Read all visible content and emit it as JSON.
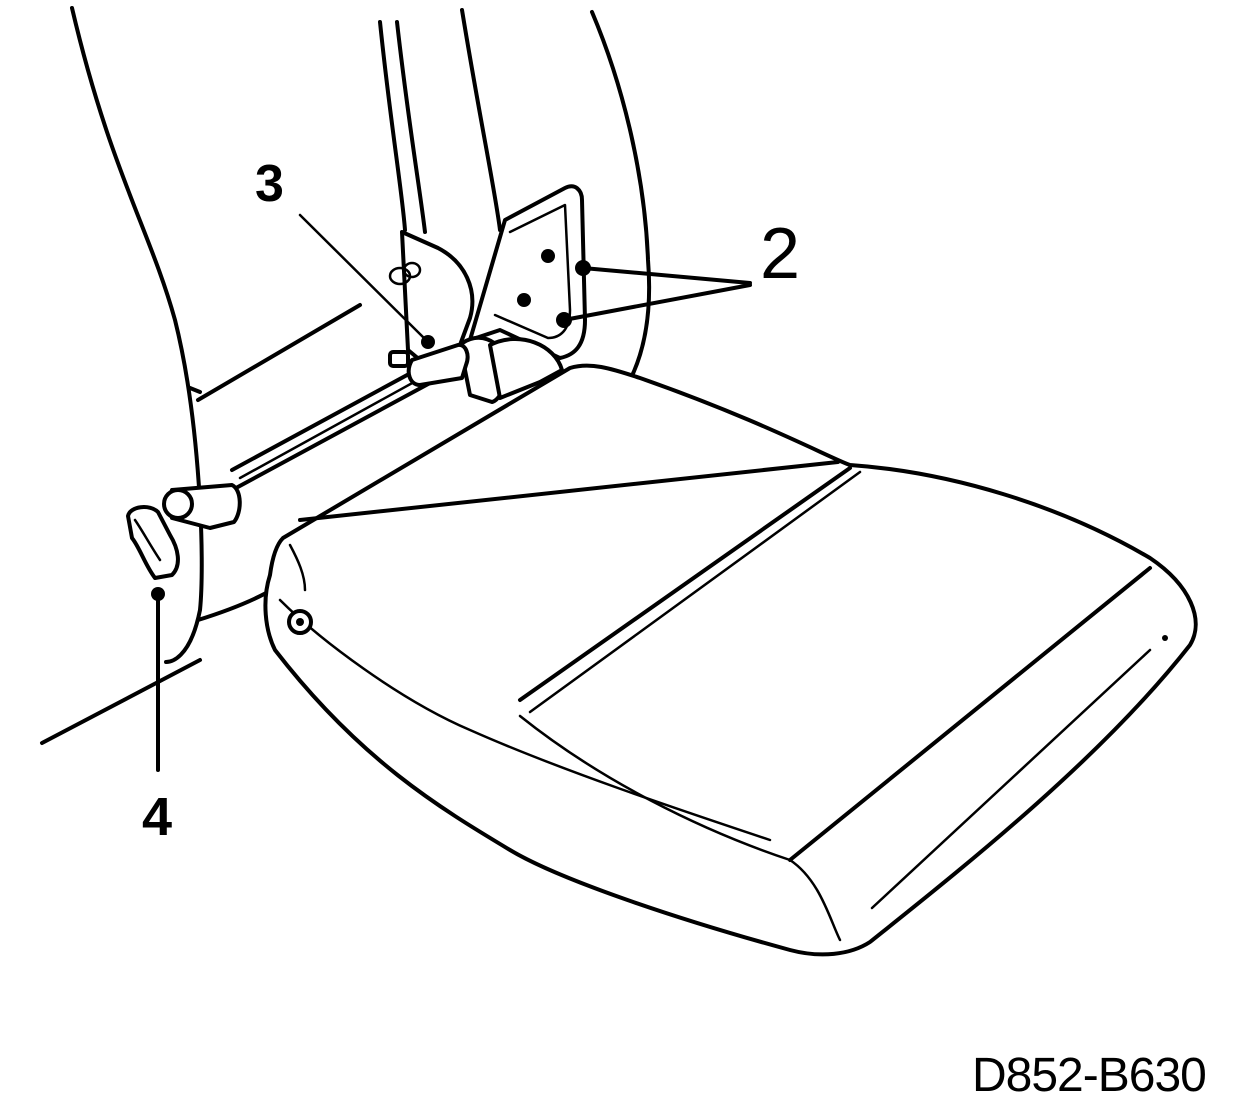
{
  "callouts": {
    "two": "2",
    "three": "3",
    "four": "4"
  },
  "figure_code": "D852-B630",
  "colors": {
    "line": "#000000",
    "background": "#ffffff"
  }
}
